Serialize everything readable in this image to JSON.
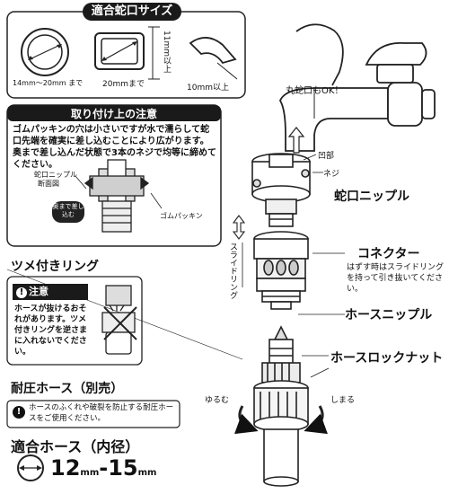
{
  "faucet_fit": {
    "title": "適合蛇口サイズ",
    "round_range": "14mm～20mm まで",
    "square_max": "20mmまで",
    "height_min": "11mm以上",
    "edge_min": "10mm以上"
  },
  "round_faucet_ok": "丸蛇口もOK！",
  "install_note": {
    "title": "取り付け上の注意",
    "text": "ゴムパッキンの穴は小さいですが水で濡らして蛇口先端を確実に差し込むことにより広がります。奥まで差し込んだ状態で3本のネジで均等に締めてください。",
    "section_label_1": "蛇口ニップル",
    "section_label_2": "断面図",
    "push_label": "奥まで差し込む",
    "gasket_label": "ゴムパッキン"
  },
  "claw_ring": {
    "title": "ツメ付きリング",
    "caution_title": "注意",
    "caution_text": "ホースが抜けるおそれがあります。ツメ付きリングを逆さまに入れないでください。"
  },
  "pressure_hose": {
    "title": "耐圧ホース（別売）",
    "note": "ホースのふくれや破裂を防止する耐圧ホースをご使用ください。"
  },
  "fit_hose": {
    "title": "適合ホース（内径）",
    "min": "12",
    "max": "15",
    "unit": "mm",
    "dash": "-"
  },
  "parts": {
    "screw": "ネジ",
    "recess": "凹部",
    "faucet_nipple": "蛇口ニップル",
    "slide_ring": "スライドリング",
    "connector": "コネクター",
    "connector_note": "はずす時はスライドリングを持って引き抜いてください。",
    "hose_nipple": "ホースニップル",
    "hose_lock_nut": "ホースロックナット",
    "loosen": "ゆるむ",
    "tighten": "しまる"
  }
}
